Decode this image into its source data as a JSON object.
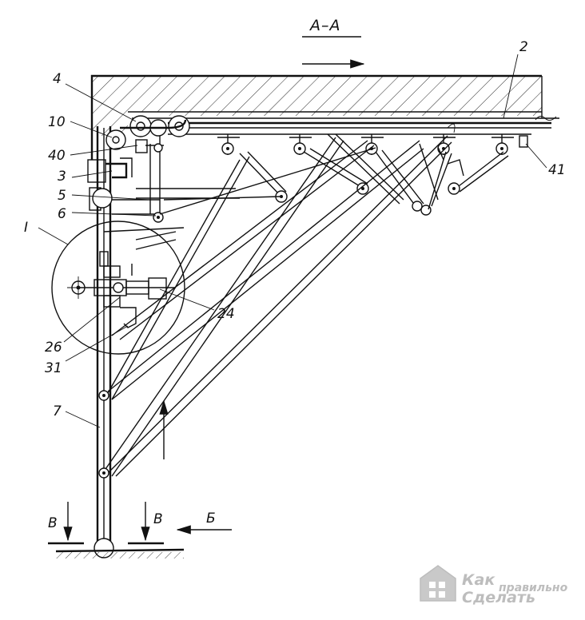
{
  "section_title": "А–А",
  "labels": {
    "l2": "2",
    "l4": "4",
    "l10": "10",
    "l40": "40",
    "l3": "3",
    "l5": "5",
    "l6": "6",
    "lI": "I",
    "l24": "24",
    "l26": "26",
    "l31": "31",
    "l7": "7",
    "l41": "41",
    "lB1": "В",
    "lB2": "В",
    "lBe": "Б"
  },
  "watermark": {
    "line1": "Как",
    "line2": "правильно",
    "line3": "Сделать"
  },
  "colors": {
    "ink": "#111111",
    "watermark": "#bdbdbd",
    "paper": "#ffffff"
  }
}
